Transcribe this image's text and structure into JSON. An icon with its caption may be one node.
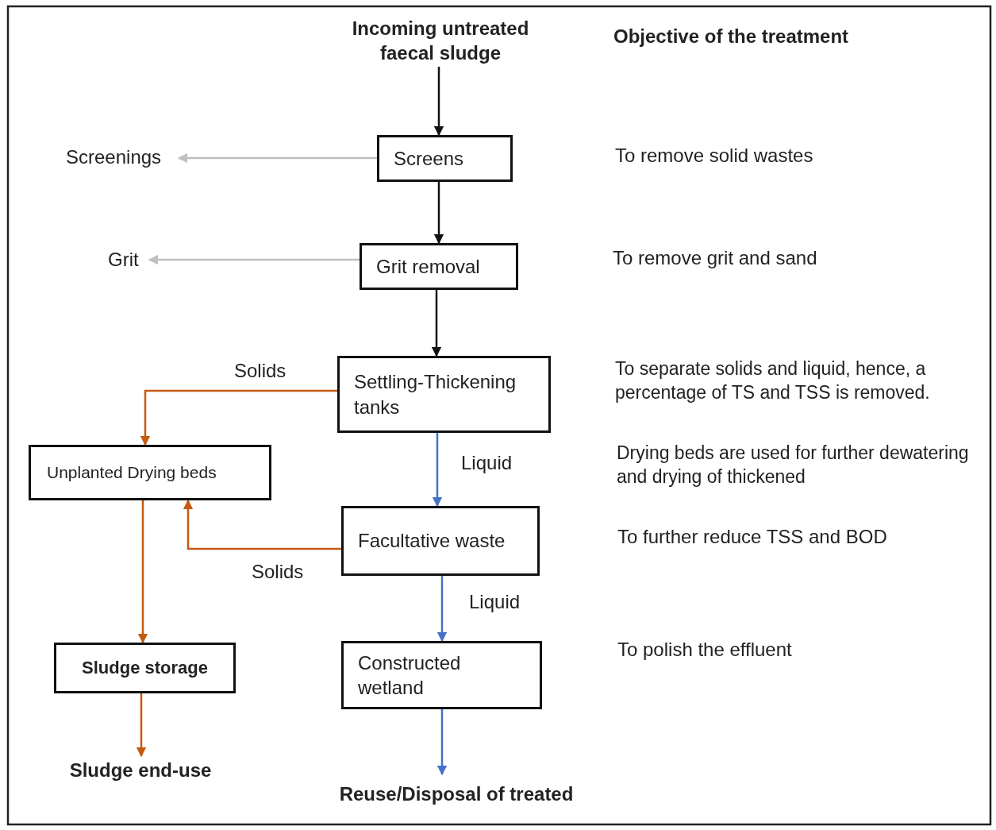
{
  "diagram": {
    "nodes": [
      {
        "text": [
          "Incoming untreated faecal sludge"
        ]
      },
      {
        "text": [
          "Screens"
        ]
      },
      {
        "text": [
          "Screenings"
        ]
      },
      {
        "text": [
          "Grit removal"
        ]
      },
      {
        "text": [
          "Grit"
        ]
      },
      {
        "text": [
          "Settling-Thickening tanks"
        ]
      },
      {
        "text": [
          "Unplanted Drying beds"
        ]
      },
      {
        "text": [
          "Facultative waste"
        ]
      },
      {
        "text": [
          "Sludge storage"
        ]
      },
      {
        "text": [
          "Constructed wetland"
        ]
      },
      {
        "text": [
          "Sludge end-use"
        ]
      },
      {
        "text": [
          "Reuse/Disposal of treated"
        ]
      }
    ],
    "edges": [
      {
        "from": 0,
        "to": 1,
        "arrow": "to",
        "color": "#111111"
      },
      {
        "from": 1,
        "to": 2,
        "arrow": "to",
        "color": "#bfbfbf"
      },
      {
        "from": 1,
        "to": 3,
        "arrow": "to",
        "color": "#111111"
      },
      {
        "from": 3,
        "to": 4,
        "arrow": "to",
        "color": "#bfbfbf"
      },
      {
        "from": 3,
        "to": 5,
        "arrow": "to",
        "color": "#111111"
      },
      {
        "from": 5,
        "to": 6,
        "arrow": "to",
        "label": "Solids",
        "color": "#c55a11"
      },
      {
        "from": 5,
        "to": 7,
        "arrow": "to",
        "label": "Liquid",
        "color": "#4472c4"
      },
      {
        "from": 7,
        "to": 6,
        "arrow": "to",
        "label": "Solids",
        "color": "#c55a11"
      },
      {
        "from": 7,
        "to": 9,
        "arrow": "to",
        "label": "Liquid",
        "color": "#4472c4"
      },
      {
        "from": 6,
        "to": 8,
        "arrow": "to",
        "color": "#c55a11"
      },
      {
        "from": 8,
        "to": 10,
        "arrow": "to",
        "color": "#c55a11"
      },
      {
        "from": 9,
        "to": 11,
        "arrow": "to",
        "color": "#4472c4"
      }
    ],
    "labels": [
      "Objective of the treatment",
      "To remove solid wastes",
      "To remove grit and sand",
      "To separate solids and liquid, hence, a percentage of TS and TSS is removed.",
      "Drying beds are used for further dewatering and drying of thickened",
      "To further reduce TSS and BOD",
      "To polish the effluent"
    ]
  }
}
